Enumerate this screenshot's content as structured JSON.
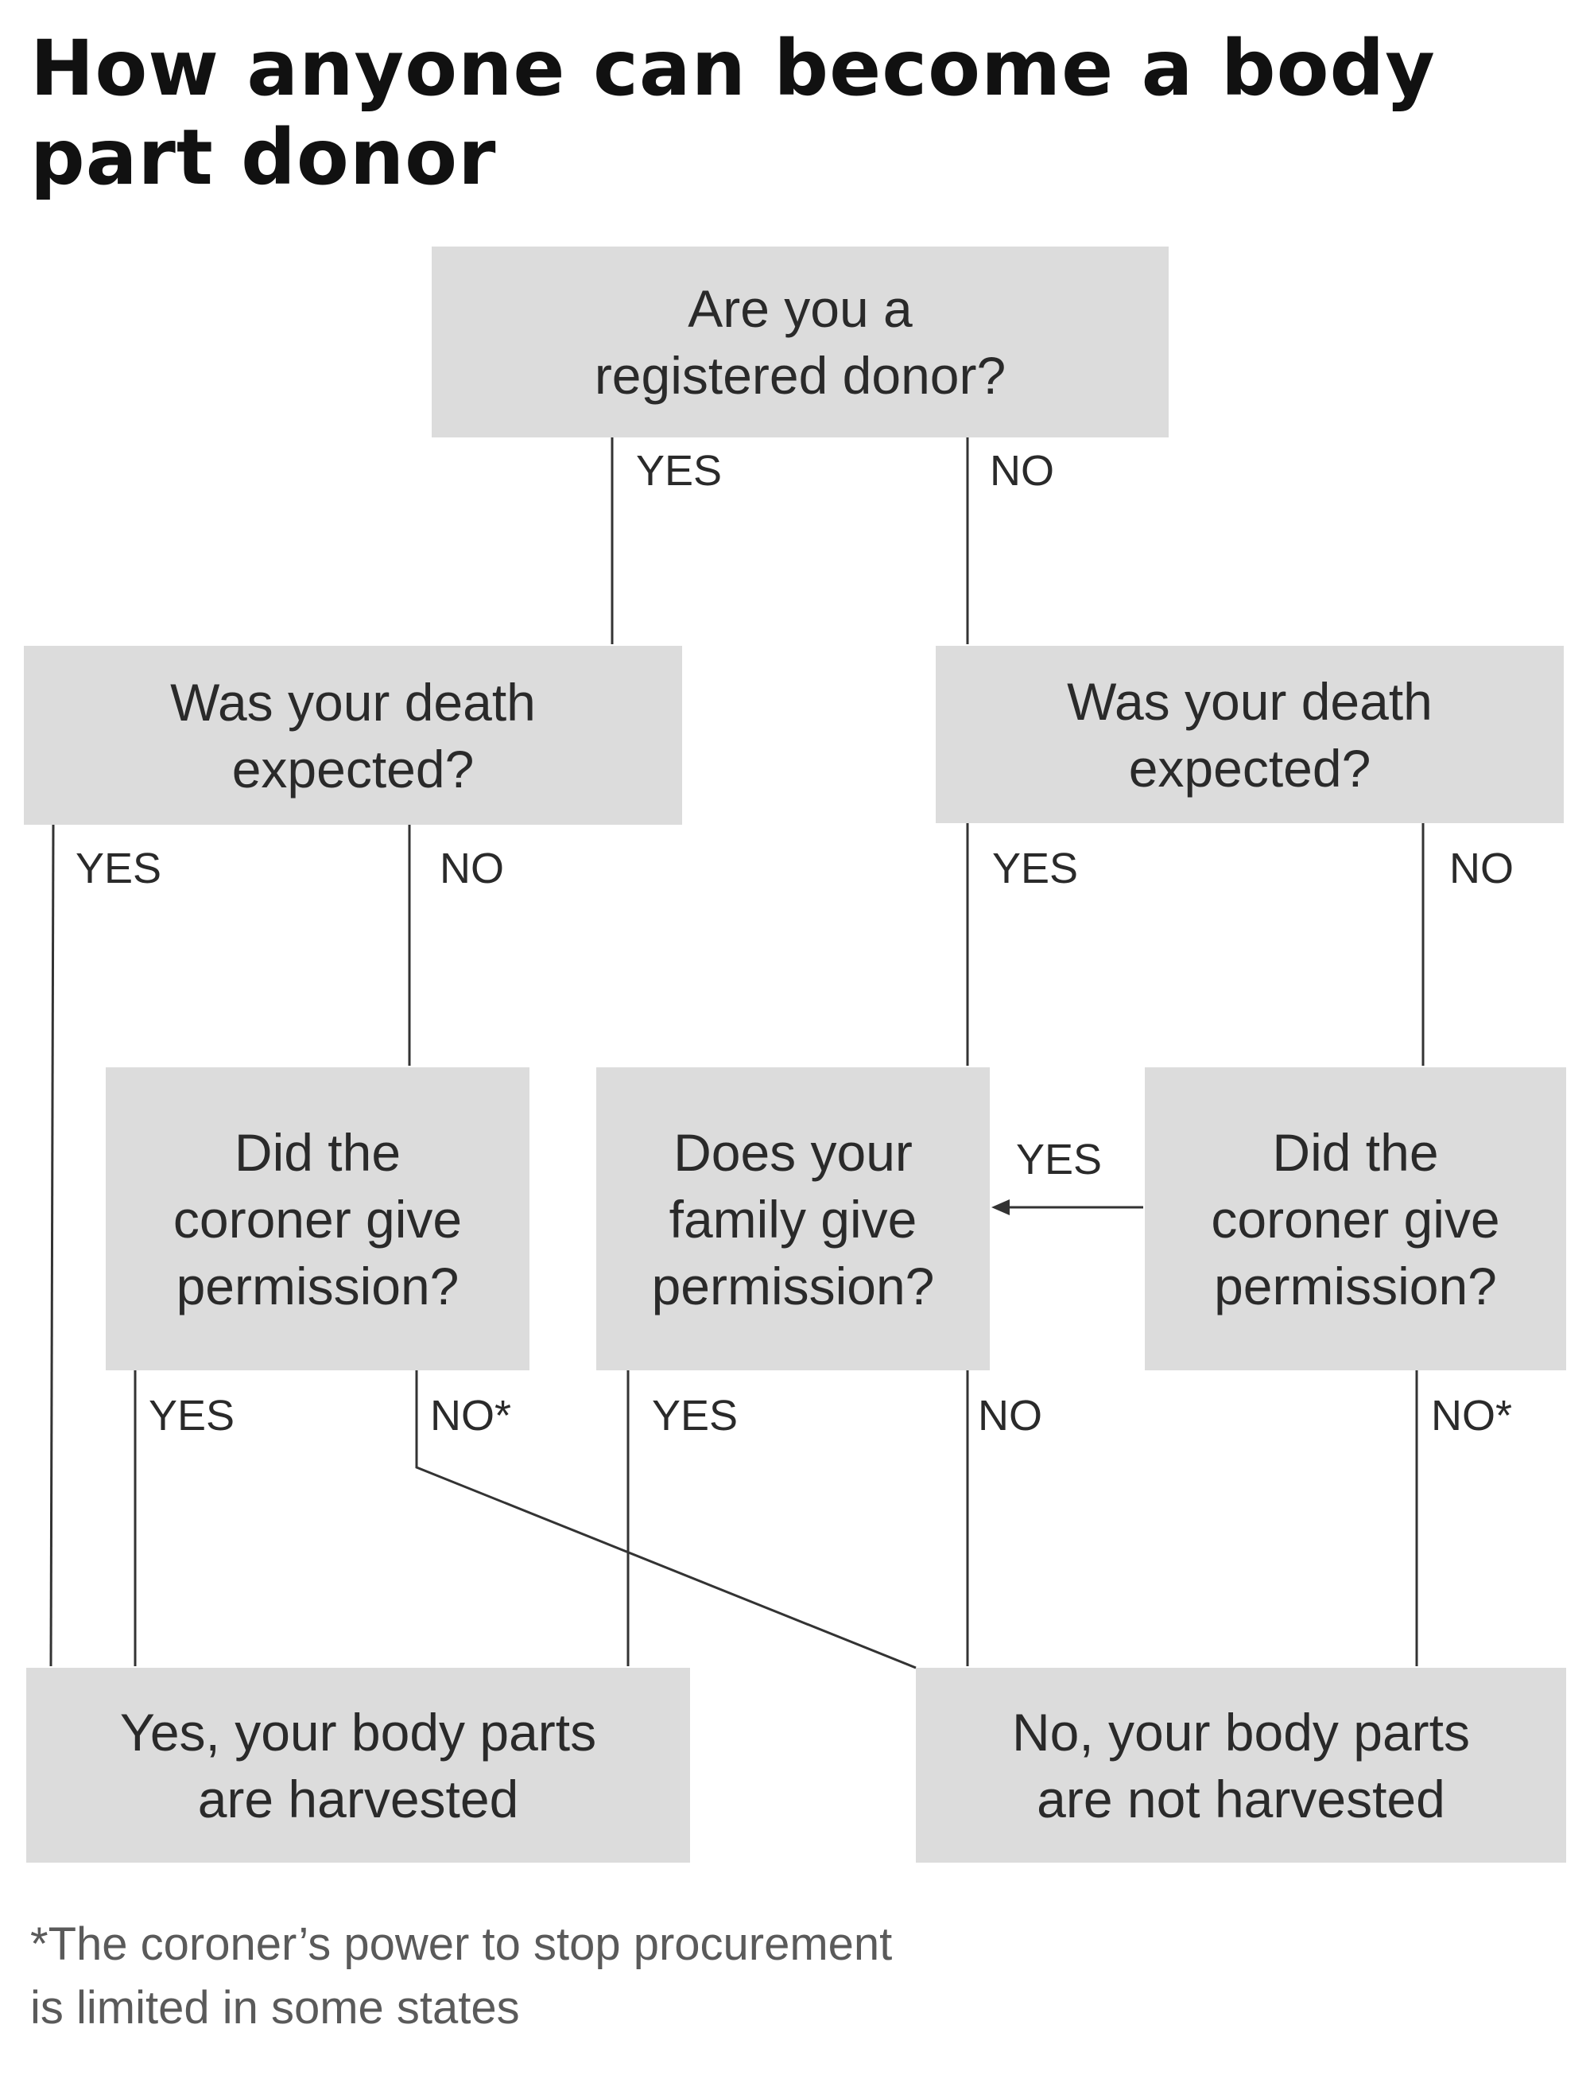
{
  "title": "How anyone can become a body part donor",
  "nodes": {
    "registered": "Are you a\nregistered donor?",
    "death_left": "Was your death\nexpected?",
    "death_right": "Was your death\nexpected?",
    "coroner_left": "Did the\ncoroner give\npermission?",
    "family": "Does your\nfamily give\npermission?",
    "coroner_right": "Did the\ncoroner give\npermission?",
    "harvested": "Yes, your body parts\nare harvested",
    "not_harvested": "No, your body parts\nare not harvested"
  },
  "edge_labels": {
    "registered_yes": "YES",
    "registered_no": "NO",
    "death_left_yes": "YES",
    "death_left_no": "NO",
    "death_right_yes": "YES",
    "death_right_no": "NO",
    "coroner_right_yes": "YES",
    "coroner_left_yes": "YES",
    "coroner_left_no": "NO*",
    "family_yes": "YES",
    "family_no": "NO",
    "coroner_right_no": "NO*"
  },
  "footnote": "*The coroner’s power to stop procurement\nis limited in some states",
  "colors": {
    "box_fill": "#dcdcdc",
    "line": "#333333",
    "text": "#2a2a2a",
    "footnote": "#5a5a5a"
  }
}
